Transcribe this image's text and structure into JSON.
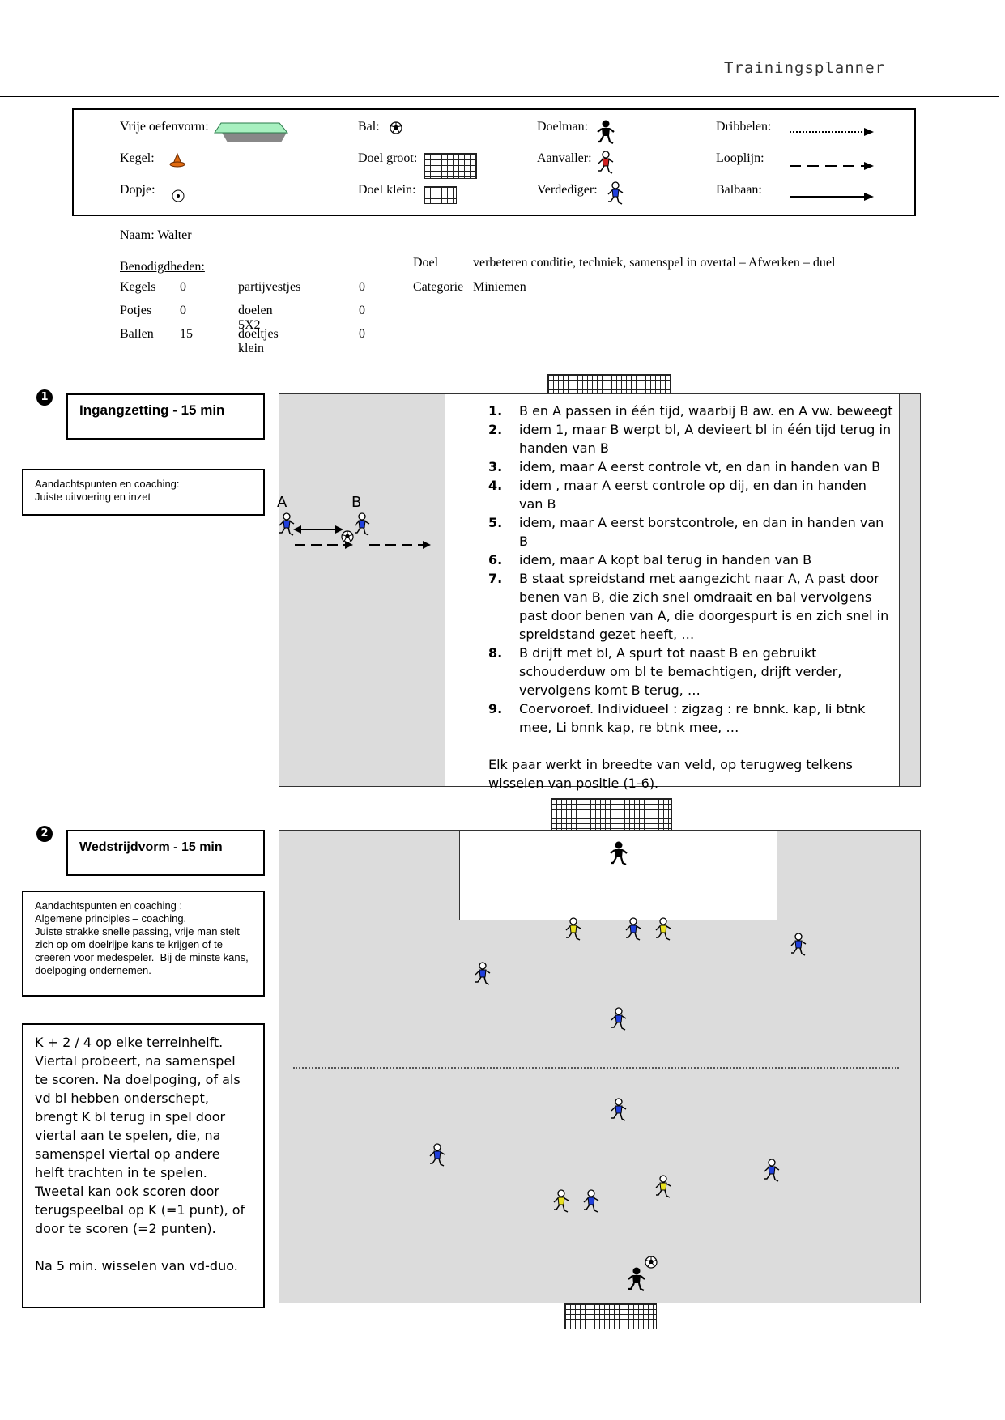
{
  "header": {
    "title": "Trainingsplanner"
  },
  "legend": {
    "vrije_oefenvorm": "Vrije oefenvorm:",
    "kegel": "Kegel:",
    "dopje": "Dopje:",
    "bal": "Bal:",
    "doel_groot": "Doel groot:",
    "doel_klein": "Doel klein:",
    "doelman": "Doelman:",
    "aanvaller": "Aanvaller:",
    "verdediger": "Verdediger:",
    "dribbelen": "Dribbelen:",
    "looplijn": "Looplijn:",
    "balbaan": "Balbaan:"
  },
  "info": {
    "naam": "Naam: Walter",
    "benodigdheden": "Benodigdheden:",
    "materials": [
      {
        "label": "Kegels",
        "value": "0",
        "label2": "partijvestjes",
        "value2": "0"
      },
      {
        "label": "Potjes",
        "value": "0",
        "label2": "doelen 5X2",
        "value2": "0"
      },
      {
        "label": "Ballen",
        "value": "15",
        "label2": "doeltjes klein",
        "value2": "0"
      }
    ],
    "doel_label": "Doel",
    "doel_value": "verbeteren conditie, techniek, samenspel in overtal  – Afwerken  – duel",
    "categorie_label": "Categorie",
    "categorie_value": "Miniemen"
  },
  "exercise1": {
    "number": "1",
    "title": "Ingangzetting - 15 min",
    "coaching_line1": "Aandachtspunten en coaching:",
    "coaching_line2": "Juiste uitvoering en inzet",
    "label_a": "A",
    "label_b": "B",
    "steps": [
      {
        "n": "1.",
        "text": "B en A passen in één tijd, waarbij B aw. en A vw. beweegt"
      },
      {
        "n": "2.",
        "text": "idem 1, maar B werpt bl, A devieert bl in één tijd terug in handen van B"
      },
      {
        "n": "3.",
        "text": "idem, maar A eerst controle vt, en dan in handen van B"
      },
      {
        "n": "4.",
        "text": "idem , maar A eerst controle op dij, en dan in handen van B"
      },
      {
        "n": "5.",
        "text": "idem, maar A eerst borstcontrole, en dan in handen van B"
      },
      {
        "n": "6.",
        "text": "idem, maar A kopt bal terug in handen van B"
      },
      {
        "n": "7.",
        "text": "B staat spreidstand met aangezicht naar A, A past door benen van B, die zich snel omdraait en bal vervolgens past door benen van A, die doorgespurt is en zich snel in spreidstand gezet heeft, …"
      },
      {
        "n": "8.",
        "text": "B drijft met bl, A spurt tot naast B en gebruikt schouderduw om bl te bemachtigen, drijft verder, vervolgens komt B terug, …"
      },
      {
        "n": "9.",
        "text": "Coervoroef. Individueel : zigzag : re bnnk. kap, li btnk mee, Li bnnk kap, re btnk mee, …"
      }
    ],
    "footer_note": "Elk paar werkt in breedte van veld, op terugweg telkens wisselen van positie (1-6)."
  },
  "exercise2": {
    "number": "2",
    "title": "Wedstrijdvorm - 15 min",
    "coaching_title": "Aandachtspunten en coaching :",
    "coaching_text": "Algemene principles – coaching.\nJuiste strakke snelle passing, vrije man stelt zich op om doelrijpe kans te krijgen of te creëren voor medespeler.  Bij de minste kans, doelpoging ondernemen.",
    "description": "K + 2 / 4 op elke terreinhelft. Viertal probeert, na samenspel te scoren.  Na doelpoging, of als vd bl hebben onderschept, brengt K bl terug in spel door viertal aan te spelen, die, na samenspel viertal op andere helft trachten in te spelen.  Tweetal kan ook scoren door terugspeelbal op K (=1 punt), of door te scoren (=2 punten).",
    "footer_note": "Na 5 min. wisselen van vd-duo."
  },
  "colors": {
    "field_bg": "#dcdcdc",
    "player_blue": "#1f3fdc",
    "player_yellow": "#e8e020",
    "player_red": "#d02020",
    "keeper": "#000000",
    "kegel_orange": "#e06a10",
    "vrije_green": "#a8f0c0"
  }
}
